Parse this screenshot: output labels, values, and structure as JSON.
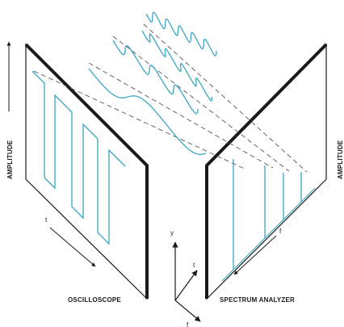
{
  "left_panel": {
    "vertical_label": "AMPLITUDE",
    "time_label": "t",
    "caption": "OSCILLOSCOPE"
  },
  "right_panel": {
    "vertical_label": "AMPLITUDE",
    "freq_label": "f",
    "caption": "SPECTRUM ANALYZER"
  },
  "axes": {
    "y": "y",
    "t": "t",
    "f": "f"
  },
  "colors": {
    "frame": "#1a1a1a",
    "signal": "#3aa6c4",
    "dashed": "#555555"
  }
}
